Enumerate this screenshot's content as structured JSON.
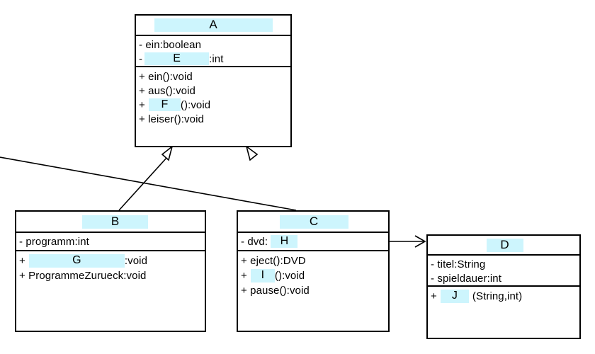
{
  "diagram": {
    "type": "uml-class-diagram",
    "title": "",
    "highlight_color": "#cdf5fd",
    "line_color": "#000000",
    "background": "#ffffff"
  },
  "classes": [
    {
      "id": "A",
      "name_blank": "A",
      "attributes": [
        {
          "visibility": "-",
          "prefix": "",
          "blank": "",
          "text": " ein:boolean",
          "suffix": ""
        },
        {
          "visibility": "-",
          "prefix": "",
          "blank": "E",
          "text": "",
          "suffix": ":int"
        }
      ],
      "methods": [
        {
          "visibility": "+",
          "blank": "",
          "text": " ein():void",
          "suffix": ""
        },
        {
          "visibility": "+",
          "blank": "",
          "text": " aus():void",
          "suffix": ""
        },
        {
          "visibility": "+",
          "blank": "F",
          "text": "",
          "suffix": "():void"
        },
        {
          "visibility": "+",
          "blank": "",
          "text": " leiser():void",
          "suffix": ""
        }
      ]
    },
    {
      "id": "B",
      "name_blank": "B",
      "attributes": [
        {
          "visibility": "-",
          "blank": "",
          "text": " programm:int",
          "suffix": ""
        }
      ],
      "methods": [
        {
          "visibility": "+",
          "blank": "G",
          "text": "",
          "suffix": ":void"
        },
        {
          "visibility": "+",
          "blank": "",
          "text": " ProgrammeZurueck:void",
          "suffix": ""
        }
      ]
    },
    {
      "id": "C",
      "name_blank": "C",
      "attributes": [
        {
          "visibility": "-",
          "blank": "H",
          "text": " dvd: ",
          "suffix": ""
        }
      ],
      "methods": [
        {
          "visibility": "+",
          "blank": "",
          "text": " eject():DVD",
          "suffix": ""
        },
        {
          "visibility": "+",
          "blank": "I",
          "text": "",
          "suffix": "():void"
        },
        {
          "visibility": "+",
          "blank": "",
          "text": " pause():void",
          "suffix": ""
        }
      ]
    },
    {
      "id": "D",
      "name_blank": "D",
      "attributes": [
        {
          "visibility": "-",
          "blank": "",
          "text": " titel:String",
          "suffix": ""
        },
        {
          "visibility": "-",
          "blank": "",
          "text": " spieldauer:int",
          "suffix": ""
        }
      ],
      "methods": [
        {
          "visibility": "+",
          "blank": "J",
          "text": "",
          "suffix": "(String,int)"
        }
      ]
    }
  ],
  "relations": [
    {
      "id": "b-to-a",
      "from": "B",
      "to": "A",
      "kind": "generalization"
    },
    {
      "id": "c-to-a",
      "from": "C",
      "to": "A",
      "kind": "generalization"
    },
    {
      "id": "c-to-d",
      "from": "C",
      "to": "D",
      "kind": "association"
    }
  ],
  "labels": {
    "class_a_attr_1": "- ein:boolean",
    "class_a_attr_2_suffix": ":int",
    "class_a_m1": "+ ein():void",
    "class_a_m2": "+ aus():void",
    "class_a_m3_suffix": "():void",
    "class_a_m4": "+ leiser():void",
    "class_b_attr_1": "- programm:int",
    "class_b_m1_suffix": ":void",
    "class_b_m2": "+ ProgrammeZurueck:void",
    "class_c_attr_1_pre": "- dvd: ",
    "class_c_m1": "+ eject():DVD",
    "class_c_m2_suffix": "():void",
    "class_c_m3": "+ pause():void",
    "class_d_attr_1": "- titel:String",
    "class_d_attr_2": "- spieldauer:int",
    "class_d_m1_suffix": "(String,int)",
    "plus": "+",
    "minus": "-",
    "blank_a": "A",
    "blank_b": "B",
    "blank_c": "C",
    "blank_d": "D",
    "blank_e": "E",
    "blank_f": "F",
    "blank_g": "G",
    "blank_h": "H",
    "blank_i": "I",
    "blank_j": "J"
  }
}
